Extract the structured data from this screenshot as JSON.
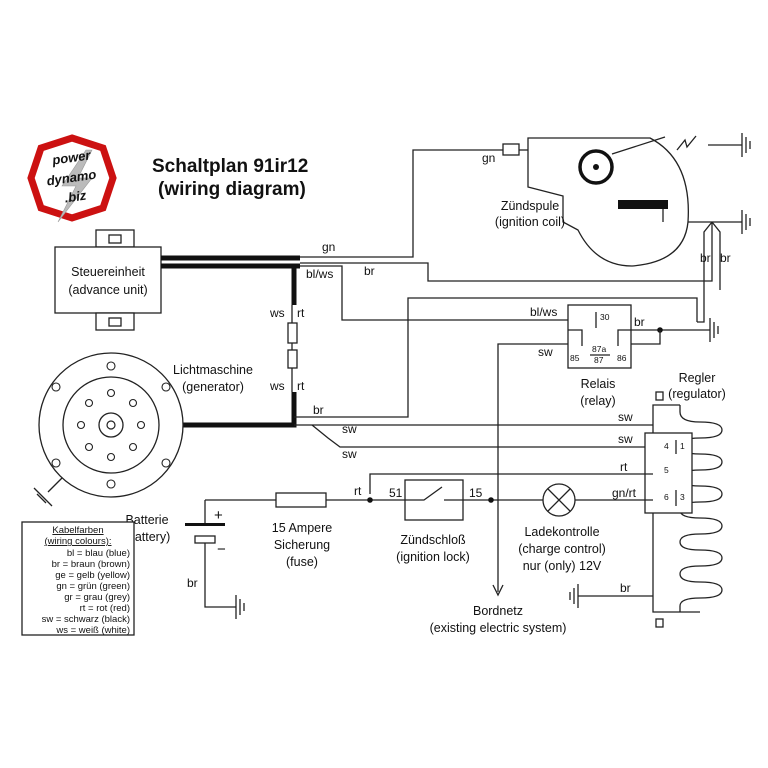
{
  "title": {
    "line1": "Schaltplan 91ir12",
    "line2": "(wiring diagram)"
  },
  "logo": {
    "line1": "power",
    "line2": "dynamo",
    "line3": ".biz",
    "colors": {
      "ring": "#cc1111",
      "text": "#1a1a1a",
      "background": "#ffffff"
    }
  },
  "components": {
    "advance_unit": {
      "name": "Steuereinheit",
      "subtitle": "(advance unit)"
    },
    "generator": {
      "name": "Lichtmaschine",
      "subtitle": "(generator)"
    },
    "ignition_coil": {
      "name": "Zündspule",
      "subtitle": "(ignition coil)"
    },
    "relay": {
      "name": "Relais",
      "subtitle": "(relay)",
      "pins": [
        "30",
        "85",
        "87a",
        "87",
        "86"
      ]
    },
    "regulator": {
      "name": "Regler",
      "subtitle": "(regulator)",
      "pins": [
        "4",
        "1",
        "5",
        "6",
        "3"
      ]
    },
    "battery": {
      "name": "Batterie",
      "subtitle": "(battery)",
      "plus": "+",
      "minus": "−"
    },
    "fuse": {
      "name": "15 Ampere",
      "line2": "Sicherung",
      "line3": "(fuse)"
    },
    "ignition_lock": {
      "name": "Zündschloß",
      "subtitle": "(ignition lock)",
      "pin_in": "51",
      "pin_out": "15"
    },
    "charge_control": {
      "name": "Ladekontrolle",
      "line2": "(charge control)",
      "line3": "nur (only) 12V"
    },
    "vehicle_system": {
      "name": "Bordnetz",
      "subtitle": "(existing electric system)"
    }
  },
  "wire_labels": {
    "coil_gn": "gn",
    "unit_gn": "gn",
    "unit_blws": "bl/ws",
    "unit_br": "br",
    "conn_ws_top": "ws",
    "conn_rt_top": "rt",
    "conn_ws_bot": "ws",
    "conn_rt_bot": "rt",
    "gen_br": "br",
    "gen_sw1": "sw",
    "gen_sw2": "sw",
    "relay_blws": "bl/ws",
    "relay_br": "br",
    "relay_sw": "sw",
    "coil_br1": "br",
    "coil_br2": "br",
    "reg_sw1": "sw",
    "reg_sw2": "sw",
    "reg_rt": "rt",
    "fuse_rt": "rt",
    "reg_gnrt": "gn/rt",
    "reg_br": "br",
    "bat_br": "br"
  },
  "legend": {
    "title": "Kabelfarben",
    "subtitle": "(wiring colours):",
    "entries": [
      "bl = blau (blue)",
      "br = braun (brown)",
      "ge = gelb (yellow)",
      "gn = grün (green)",
      "gr = grau (grey)",
      "rt = rot (red)",
      "sw = schwarz (black)",
      "ws = weiß (white)"
    ]
  }
}
